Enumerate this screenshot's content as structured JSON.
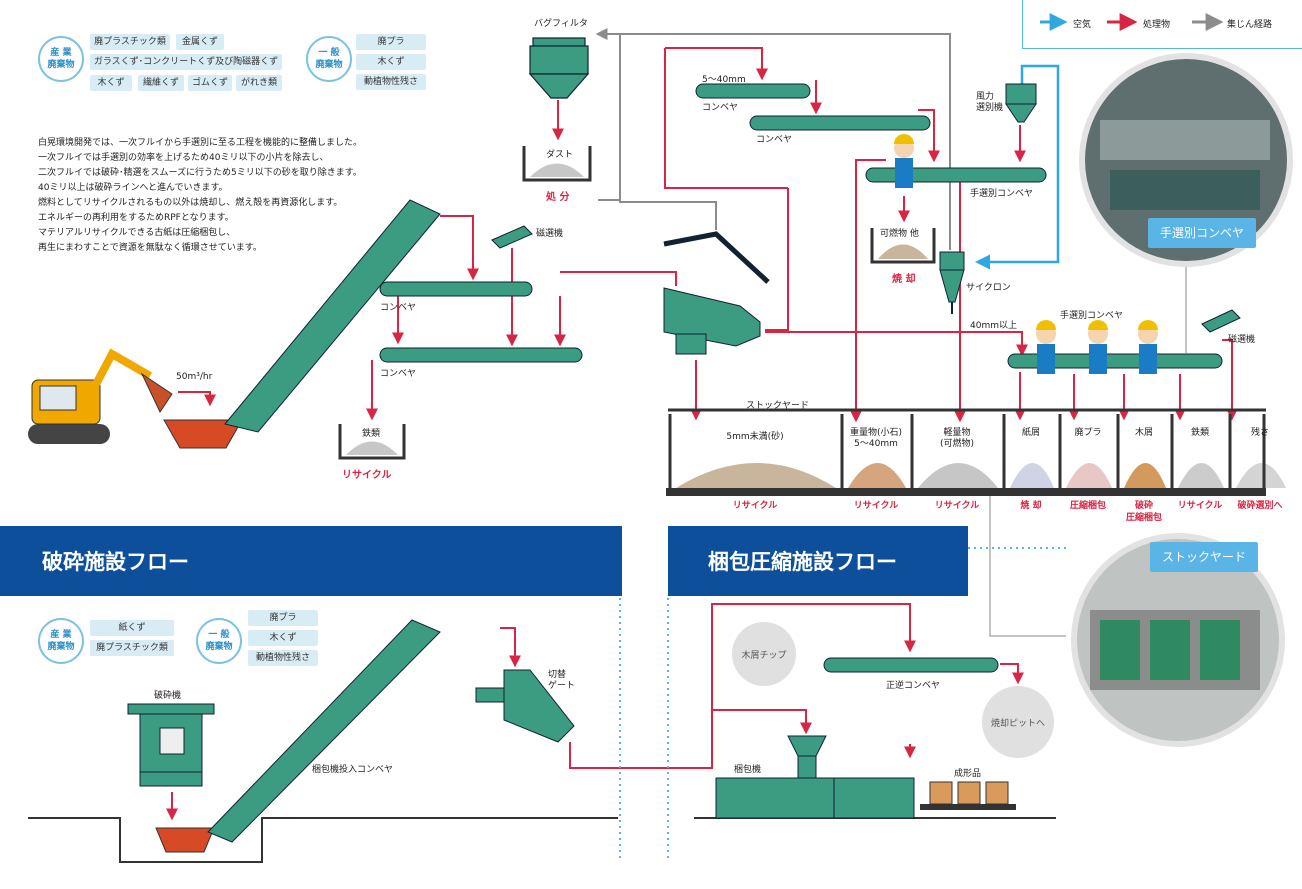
{
  "legend": {
    "air": "空気",
    "waste": "処理物",
    "dust": "集じん経路"
  },
  "colors": {
    "air": "#2fa8e0",
    "waste": "#d92544",
    "dust": "#8c8c8c",
    "equipment": "#3c9c82",
    "banner": "#0d4f9a"
  },
  "top_categories": {
    "industrial_badge": "産 業\n廃棄物",
    "industrial_items": [
      "廃プラスチック類",
      "金属くず",
      "ガラスくず･コンクリートくず及び陶磁器くず",
      "木くず",
      "繊維くず",
      "ゴムくず",
      "がれき類"
    ],
    "general_badge": "一 般\n廃棄物",
    "general_items": [
      "廃プラ",
      "木くず",
      "動植物性残さ"
    ]
  },
  "intro_lines": [
    "白晃環境開発では、一次フルイから手選別に至る工程を機能的に整備しました。",
    "一次フルイでは手選別の効率を上げるため40ミリ以下の小片を除去し、",
    "二次フルイでは破砕･精選をスムーズに行うため5ミリ以下の砂を取り除きます。",
    "40ミリ以上は破砕ラインへと進んでいきます。",
    "燃料としてリサイクルされるもの以外は焼却し、燃え殻を再資源化します。",
    "エネルギーの再利用をするためRPFとなります。",
    "マテリアルリサイクルできる古紙は圧縮梱包し、",
    "再生にまわすことで資源を無駄なく循環させています。"
  ],
  "flow_labels": {
    "bag_filter": "バグフィルタ",
    "dust": "ダスト",
    "dispose": "処 分",
    "size_5_40": "5～40mm",
    "conveyor": "コンベヤ",
    "wind_sorter": "風力\n選別機",
    "hand_sort_conveyor": "手選別コンベヤ",
    "combustibles": "可燃物 他",
    "incinerate": "焼 却",
    "cyclone": "サイクロン",
    "magnet": "磁選機",
    "rate": "50m³/hr",
    "iron": "鉄類",
    "recycle": "リサイクル",
    "over_40": "40mm以上",
    "stock_yard": "ストックヤード"
  },
  "yard_bins": [
    {
      "name": "5mm未満(砂)",
      "result": "リサイクル",
      "color": "#c9b49c"
    },
    {
      "name": "重量物(小石)\n5～40mm",
      "result": "リサイクル",
      "color": "#d4a57e"
    },
    {
      "name": "軽量物\n(可燃物)",
      "result": "リサイクル",
      "color": "#c6c6c6"
    },
    {
      "name": "紙屑",
      "result": "焼 却",
      "color": "#cfd3e3"
    },
    {
      "name": "廃プラ",
      "result": "圧縮梱包",
      "color": "#e8c7c7"
    },
    {
      "name": "木屑",
      "result": "破砕\n圧縮梱包",
      "color": "#d49a5d"
    },
    {
      "name": "鉄類",
      "result": "リサイクル",
      "color": "#cccccc"
    },
    {
      "name": "残さ",
      "result": "破砕選別へ",
      "color": "#d4d4d4"
    }
  ],
  "photo_tags": {
    "hand_sort": "手選別コンベヤ",
    "stock_yard": "ストックヤード"
  },
  "banners": {
    "crushing": "破砕施設フロー",
    "baling": "梱包圧縮施設フロー"
  },
  "bottom_categories": {
    "industrial_badge": "産 業\n廃棄物",
    "industrial_items": [
      "紙くず",
      "廃プラスチック類"
    ],
    "general_badge": "一 般\n廃棄物",
    "general_items": [
      "廃プラ",
      "木くず",
      "動植物性残さ"
    ]
  },
  "bottom_labels": {
    "crusher": "破砕機",
    "baler_feed_conveyor": "梱包機投入コンベヤ",
    "switch_gate": "切替\nゲート",
    "wood_chip": "木屑チップ",
    "reverse_conveyor": "正逆コンベヤ",
    "to_incinerator_pit": "焼却ピットへ",
    "baler": "梱包機",
    "product": "成形品"
  }
}
